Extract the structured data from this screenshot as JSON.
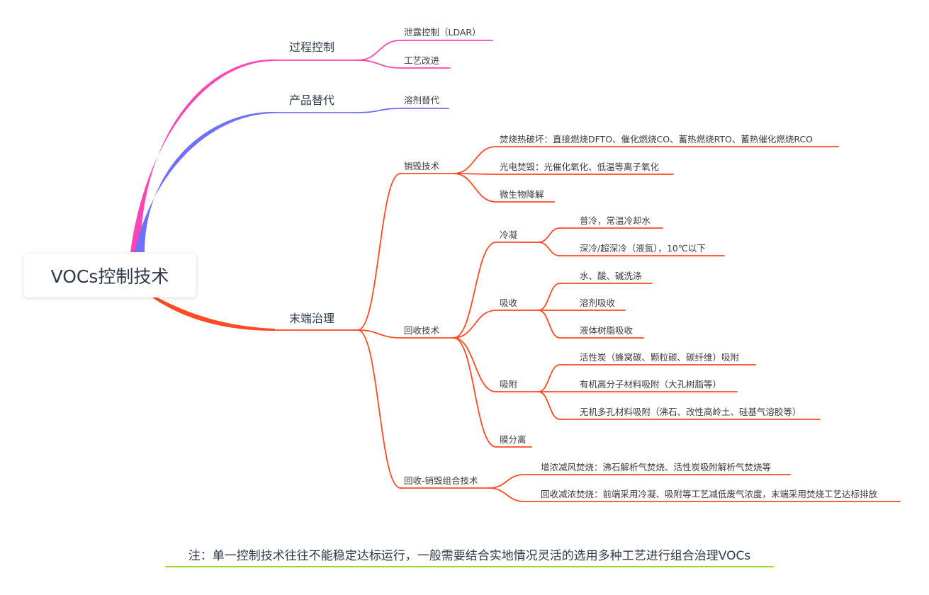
{
  "root": {
    "label": "VOCs控制技术"
  },
  "colors": {
    "process": "#ff44b4",
    "product": "#7070ff",
    "end": "#ff4a24",
    "note_line": "#9fd82a"
  },
  "branches": {
    "process": {
      "label": "过程控制",
      "children": [
        "泄露控制（LDAR）",
        "工艺改进"
      ]
    },
    "product": {
      "label": "产品替代",
      "children": [
        "溶剂替代"
      ]
    },
    "end": {
      "label": "末端治理",
      "destroy": {
        "label": "销毁技术",
        "children": [
          "焚烧热破坏：直接燃烧DFTO、催化燃烧CO、蓄热燃烧RTO、蓄热催化燃烧RCO",
          "光电焚毁：光催化氧化、低温等离子氧化",
          "微生物降解"
        ]
      },
      "recover": {
        "label": "回收技术",
        "condense": {
          "label": "冷凝",
          "children": [
            "普冷，常温冷却水",
            "深冷/超深冷（液氮），10℃以下"
          ]
        },
        "absorb": {
          "label": "吸收",
          "children": [
            "水、酸、碱洗涤",
            "溶剂吸收",
            "液体树脂吸收"
          ]
        },
        "adsorb": {
          "label": "吸附",
          "children": [
            "活性炭（蜂窝碳、颗粒碳、碳纤维）吸附",
            "有机高分子材料吸附（大孔树脂等）",
            "无机多孔材料吸附（沸石、改性高岭土、硅基气溶胶等）"
          ]
        },
        "membrane": {
          "label": "膜分离"
        }
      },
      "combo": {
        "label": "回收-销毁组合技术",
        "children": [
          "增浓减风焚烧：沸石解析气焚烧、活性炭吸附解析气焚烧等",
          "回收减浓焚烧：前端采用冷凝、吸附等工艺减低废气浓度，末端采用焚烧工艺达标排放"
        ]
      }
    }
  },
  "note": "注：单一控制技术往往不能稳定达标运行，一般需要结合实地情况灵活的选用多种工艺进行组合治理VOCs"
}
